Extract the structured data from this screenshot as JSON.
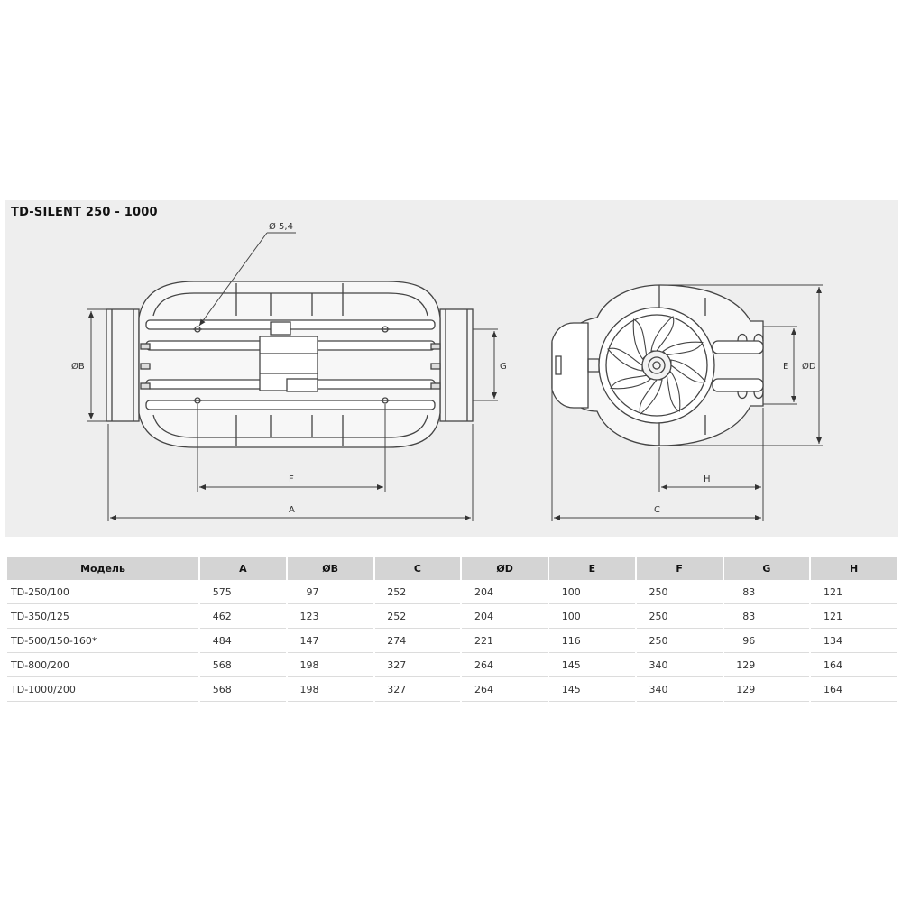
{
  "title": "TD-SILENT 250 - 1000",
  "labels": {
    "hole": "Ø 5,4",
    "B": "ØB",
    "G": "G",
    "F": "F",
    "A": "A",
    "C": "C",
    "H": "H",
    "E": "E",
    "D": "ØD"
  },
  "table": {
    "headers": [
      "Модель",
      "A",
      "ØB",
      "C",
      "ØD",
      "E",
      "F",
      "G",
      "H"
    ],
    "rows": [
      [
        "TD-250/100",
        "575",
        "97",
        "252",
        "204",
        "100",
        "250",
        "83",
        "121"
      ],
      [
        "TD-350/125",
        "462",
        "123",
        "252",
        "204",
        "100",
        "250",
        "83",
        "121"
      ],
      [
        "TD-500/150-160*",
        "484",
        "147",
        "274",
        "221",
        "116",
        "250",
        "96",
        "134"
      ],
      [
        "TD-800/200",
        "568",
        "198",
        "327",
        "264",
        "145",
        "340",
        "129",
        "164"
      ],
      [
        "TD-1000/200",
        "568",
        "198",
        "327",
        "264",
        "145",
        "340",
        "129",
        "164"
      ]
    ]
  }
}
